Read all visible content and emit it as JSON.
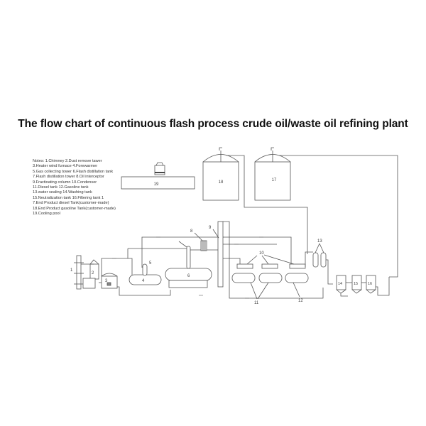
{
  "title": "The flow chart of continuous flash process crude oil/waste oil refining plant",
  "notes": {
    "header": "Notes:",
    "lines": [
      "Notes:   1.Chimney  2.Dust remove tawer",
      "3.Heater wind furnace  4.Forewarmer",
      "5.Gas collecting tower  6.Flash distillation tank",
      "7.Flash distillation tower  8.Oil interceptor",
      "9.Fractioating column  10.Condenser",
      "11.Diesel tank    12.Gasoline tank",
      "13.water sealing  14.Washing tank",
      "15.Neutralization tank    16.Filtering tank  1",
      "7.End Product diesel Tank(customer-made)",
      "18.End Product gasoline Tank(customer-made)",
      "19.Cooling pool"
    ]
  },
  "components": [
    {
      "id": "1",
      "name": "Chimney"
    },
    {
      "id": "2",
      "name": "Dust remove tawer"
    },
    {
      "id": "3",
      "name": "Heater wind furnace"
    },
    {
      "id": "4",
      "name": "Forewarmer"
    },
    {
      "id": "5",
      "name": "Gas collecting tower"
    },
    {
      "id": "6",
      "name": "Flash distillation tank"
    },
    {
      "id": "7",
      "name": "Flash distillation tower"
    },
    {
      "id": "8",
      "name": "Oil interceptor"
    },
    {
      "id": "9",
      "name": "Fractioating column"
    },
    {
      "id": "10",
      "name": "Condenser"
    },
    {
      "id": "11",
      "name": "Diesel tank"
    },
    {
      "id": "12",
      "name": "Gasoline tank"
    },
    {
      "id": "13",
      "name": "water sealing"
    },
    {
      "id": "14",
      "name": "Washing tank"
    },
    {
      "id": "15",
      "name": "Neutralization tank"
    },
    {
      "id": "16",
      "name": "Filtering tank"
    },
    {
      "id": "17",
      "name": "End Product diesel Tank(customer-made)"
    },
    {
      "id": "18",
      "name": "End Product gasoline Tank(customer-made)"
    },
    {
      "id": "19",
      "name": "Cooling pool"
    }
  ],
  "labels": {
    "l1": "1",
    "l2": "2",
    "l3": "3",
    "l4": "4",
    "l5": "5",
    "l6": "6",
    "l8": "8",
    "l9": "9",
    "l10": "10",
    "l11": "11",
    "l12": "12",
    "l13": "13",
    "l14": "14",
    "l15": "15",
    "l16": "16",
    "l17": "17",
    "l18": "18",
    "l19": "19"
  }
}
